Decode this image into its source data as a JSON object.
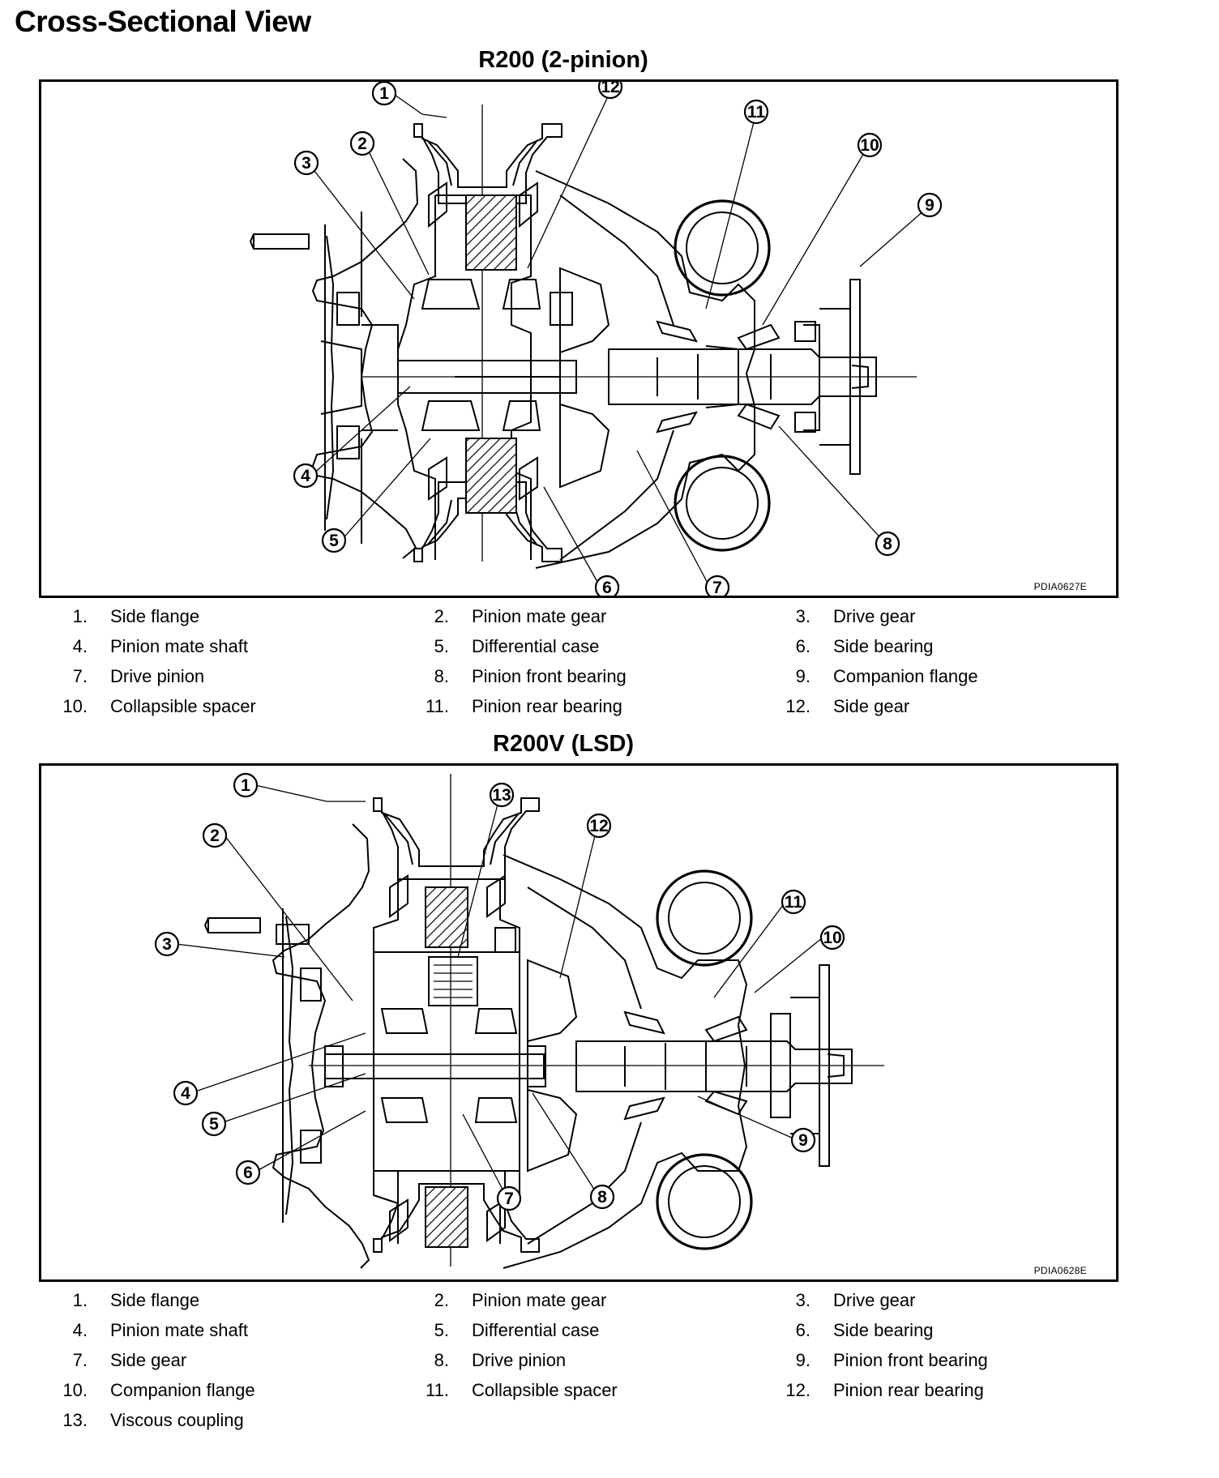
{
  "page_title": "Cross-Sectional View",
  "sections": [
    {
      "title": "R200 (2-pinion)",
      "figure_code": "PDIA0627E",
      "callouts": [
        "1",
        "2",
        "3",
        "4",
        "5",
        "6",
        "7",
        "8",
        "9",
        "10",
        "11",
        "12"
      ],
      "parts": [
        {
          "num": "1.",
          "label": "Side flange"
        },
        {
          "num": "2.",
          "label": "Pinion mate gear"
        },
        {
          "num": "3.",
          "label": "Drive gear"
        },
        {
          "num": "4.",
          "label": "Pinion mate shaft"
        },
        {
          "num": "5.",
          "label": "Differential case"
        },
        {
          "num": "6.",
          "label": "Side bearing"
        },
        {
          "num": "7.",
          "label": "Drive pinion"
        },
        {
          "num": "8.",
          "label": "Pinion front bearing"
        },
        {
          "num": "9.",
          "label": "Companion flange"
        },
        {
          "num": "10.",
          "label": "Collapsible spacer"
        },
        {
          "num": "11.",
          "label": "Pinion rear bearing"
        },
        {
          "num": "12.",
          "label": "Side gear"
        }
      ]
    },
    {
      "title": "R200V (LSD)",
      "figure_code": "PDIA0628E",
      "callouts": [
        "1",
        "2",
        "3",
        "4",
        "5",
        "6",
        "7",
        "8",
        "9",
        "10",
        "11",
        "12",
        "13"
      ],
      "parts": [
        {
          "num": "1.",
          "label": "Side flange"
        },
        {
          "num": "2.",
          "label": "Pinion mate gear"
        },
        {
          "num": "3.",
          "label": "Drive gear"
        },
        {
          "num": "4.",
          "label": "Pinion mate shaft"
        },
        {
          "num": "5.",
          "label": "Differential case"
        },
        {
          "num": "6.",
          "label": "Side bearing"
        },
        {
          "num": "7.",
          "label": "Side gear"
        },
        {
          "num": "8.",
          "label": "Drive pinion"
        },
        {
          "num": "9.",
          "label": "Pinion front bearing"
        },
        {
          "num": "10.",
          "label": "Companion flange"
        },
        {
          "num": "11.",
          "label": "Collapsible spacer"
        },
        {
          "num": "12.",
          "label": "Pinion rear bearing"
        },
        {
          "num": "13.",
          "label": "Viscous coupling"
        }
      ]
    }
  ]
}
